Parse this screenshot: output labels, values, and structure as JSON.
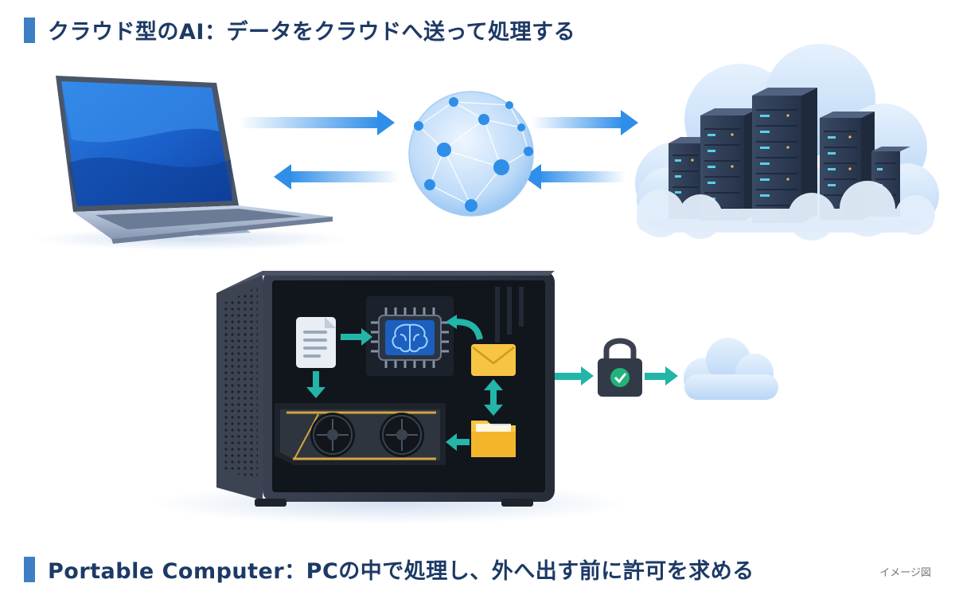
{
  "headings": {
    "top": "クラウド型のAI：データをクラウドへ送って処理する",
    "bottom": "Portable Computer：PCの中で処理し、外へ出す前に許可を求める"
  },
  "note": "イメージ図",
  "colors": {
    "heading_text": "#1d3a66",
    "heading_bar": "#3e7ec4",
    "arrow_blue": "#2f8ee8",
    "arrow_teal": "#22b5a8",
    "cloud": "#cfe4fb",
    "case": "#2c3340"
  },
  "icons": [
    "laptop-icon",
    "network-globe-icon",
    "cloud-server-icon",
    "pc-case-icon",
    "document-icon",
    "ai-chip-brain-icon",
    "mail-icon",
    "folder-icon",
    "gpu-card-icon",
    "padlock-check-icon",
    "small-cloud-icon"
  ]
}
